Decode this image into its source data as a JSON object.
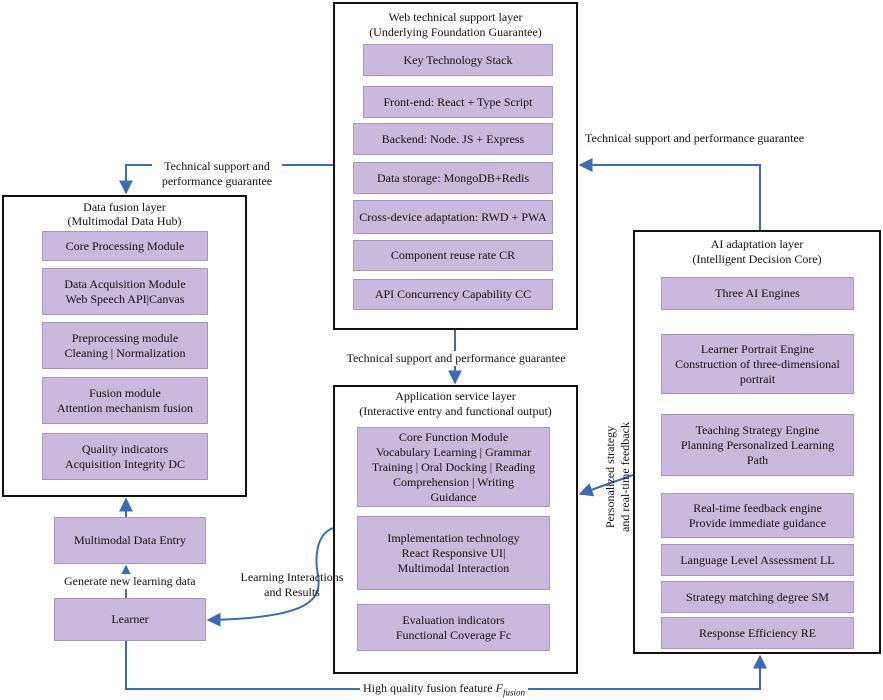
{
  "web_layer": {
    "title": "Web technical support layer",
    "subtitle": "(Underlying Foundation Guarantee)",
    "items": [
      "Key Technology Stack",
      "Front-end: React + Type Script",
      "Backend: Node. JS + Express",
      "Data storage: MongoDB+Redis",
      "Cross-device adaptation: RWD + PWA",
      "Component reuse rate CR",
      "API Concurrency Capability CC"
    ]
  },
  "data_fusion_layer": {
    "title": "Data fusion layer",
    "subtitle": "(Multimodal Data Hub)",
    "items": [
      [
        "Core Processing Module"
      ],
      [
        "Data Acquisition Module",
        "Web Speech API|Canvas"
      ],
      [
        "Preprocessing module",
        "Cleaning | Normalization"
      ],
      [
        "Fusion module",
        "Attention mechanism fusion"
      ],
      [
        "Quality indicators",
        "Acquisition Integrity DC"
      ]
    ]
  },
  "app_layer": {
    "title": "Application service layer",
    "subtitle": "(Interactive entry and functional output)",
    "items": [
      [
        "Core Function Module",
        "Vocabulary Learning | Grammar",
        "Training | Oral Docking | Reading",
        "Comprehension | Writing",
        "Guidance"
      ],
      [
        "Implementation technology",
        "React Responsive UI|",
        "Multimodal Interaction"
      ],
      [
        "Evaluation indicators",
        "Functional Coverage Fc"
      ]
    ]
  },
  "ai_layer": {
    "title": "AI adaptation layer",
    "subtitle": "(Intelligent Decision Core)",
    "items": [
      [
        "Three AI Engines"
      ],
      [
        "Learner Portrait Engine",
        "Construction of three-dimensional",
        "portrait"
      ],
      [
        "Teaching Strategy Engine",
        "Planning Personalized Learning",
        "Path"
      ],
      [
        "Real-time feedback engine",
        "Provide immediate guidance"
      ],
      [
        "Language Level Assessment LL"
      ],
      [
        "Strategy matching degree SM"
      ],
      [
        "Response Efficiency RE"
      ]
    ]
  },
  "standalone": {
    "multimodal_entry": "Multimodal Data Entry",
    "learner": "Learner"
  },
  "labels": {
    "tech_support_left": [
      "Technical support and",
      "performance guarantee"
    ],
    "tech_support_right": "Technical support and performance guarantee",
    "tech_support_mid": "Technical support and performance guarantee",
    "generate_data": "Generate new learning data",
    "interactions": [
      "Learning Interactions",
      "and Results"
    ],
    "personalized": [
      "Personalized strategy",
      "and real-time feedback"
    ],
    "fusion_feature": "High quality fusion feature ",
    "fusion_symbol": "F",
    "fusion_subscript": "fusion"
  },
  "colors": {
    "module_fill": "#c9b9dc",
    "arrow": "#3a6bb4",
    "border": "#111111"
  }
}
